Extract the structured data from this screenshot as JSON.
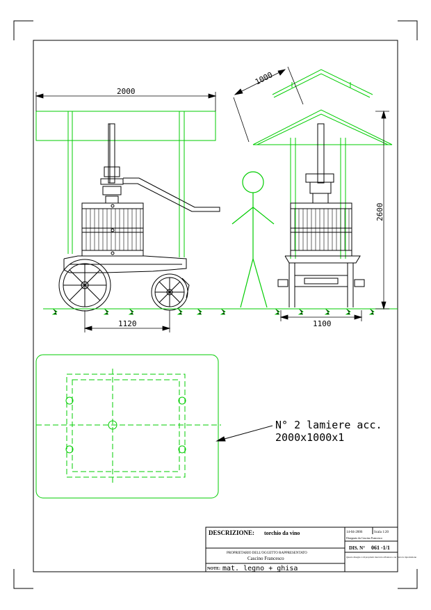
{
  "dimensions": {
    "width_side": "2000",
    "roof": "1000",
    "height": "2600",
    "wheelbase": "1120",
    "width_front": "1100"
  },
  "note": {
    "line1": "N° 2 lamiere acc.",
    "line2": "2000x1000x1"
  },
  "title_block": {
    "descr_label": "DESCRIZIONE:",
    "descr_value": "torchio da vino",
    "date": "14-04-2006",
    "scale": "Scala 1:20",
    "drawn_by": "Disegnato da Cascino Francesco",
    "dis_label": "DIS. N°",
    "dis_value": "061 -1/1",
    "owner_label": "PROPRIETARIO DELL'OGGETTO RAPPRESENTATO",
    "owner_value": "Cascino Francesco",
    "note_label": "NOTE:",
    "note_value": "mat. legno + ghisa",
    "copyright": "Questo disegno è di proprietà riservata all'autore e ne vieta la riproduzione"
  },
  "colors": {
    "drawing": "#00cc00",
    "frame": "#000000"
  }
}
